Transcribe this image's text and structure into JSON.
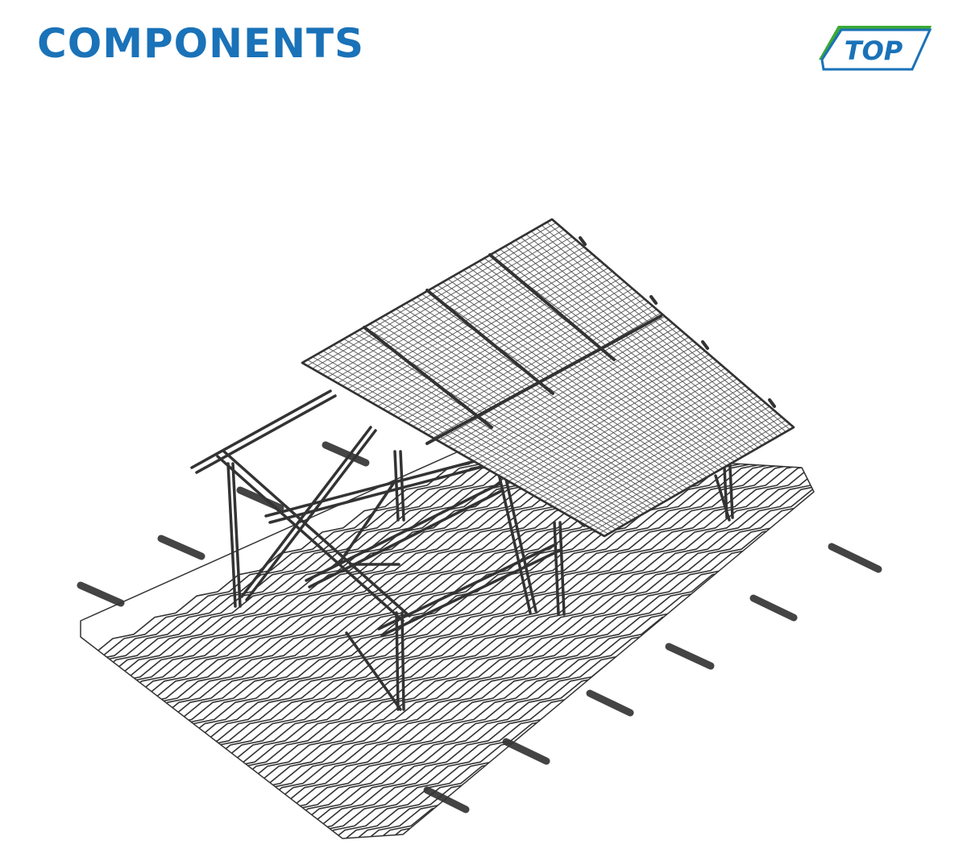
{
  "header": {
    "title": "COMPONENTS",
    "title_color": "#1a72b8"
  },
  "logo": {
    "text": "TOP",
    "icon": "top-brand-logo",
    "green": "#3aa935",
    "blue": "#1a72b8"
  },
  "illustration": {
    "icon": "ground-mount-solar-array-on-corrugated-roof",
    "line_color": "#333333"
  }
}
